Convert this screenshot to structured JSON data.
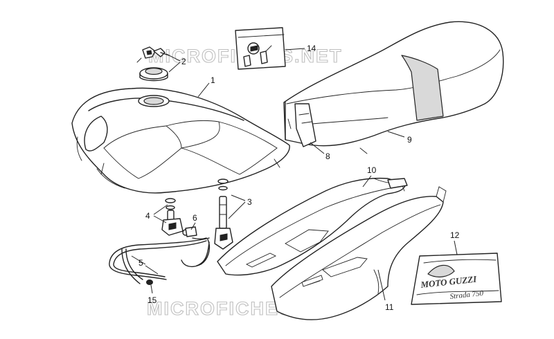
{
  "watermark": {
    "text": "MICROFICHES.NET"
  },
  "callouts": [
    {
      "id": "c1",
      "label": "1"
    },
    {
      "id": "c2",
      "label": "2"
    },
    {
      "id": "c3",
      "label": "3"
    },
    {
      "id": "c4",
      "label": "4"
    },
    {
      "id": "c5",
      "label": "5"
    },
    {
      "id": "c6",
      "label": "6"
    },
    {
      "id": "c8",
      "label": "8"
    },
    {
      "id": "c9",
      "label": "9"
    },
    {
      "id": "c10",
      "label": "10"
    },
    {
      "id": "c11",
      "label": "11"
    },
    {
      "id": "c12",
      "label": "12"
    },
    {
      "id": "c14",
      "label": "14"
    },
    {
      "id": "c15",
      "label": "15"
    }
  ],
  "decal": {
    "brand": "MOTO GUZZI",
    "model": "Strada 750"
  },
  "parts": [
    {
      "name": "fuel-tank",
      "ref": "1"
    },
    {
      "name": "filler-cap-with-keys",
      "ref": "2"
    },
    {
      "name": "fuel-tap",
      "ref": "3"
    },
    {
      "name": "fuel-tap-seal",
      "ref": "4"
    },
    {
      "name": "fuel-hose",
      "ref": "5"
    },
    {
      "name": "hose-clip",
      "ref": "6"
    },
    {
      "name": "seat-lock-latch",
      "ref": "8"
    },
    {
      "name": "seat",
      "ref": "9"
    },
    {
      "name": "side-panel-right",
      "ref": "10"
    },
    {
      "name": "side-panel-left",
      "ref": "11"
    },
    {
      "name": "decal-sheet",
      "ref": "12"
    },
    {
      "name": "lock-kit",
      "ref": "14"
    },
    {
      "name": "hose-clamp",
      "ref": "15"
    }
  ]
}
